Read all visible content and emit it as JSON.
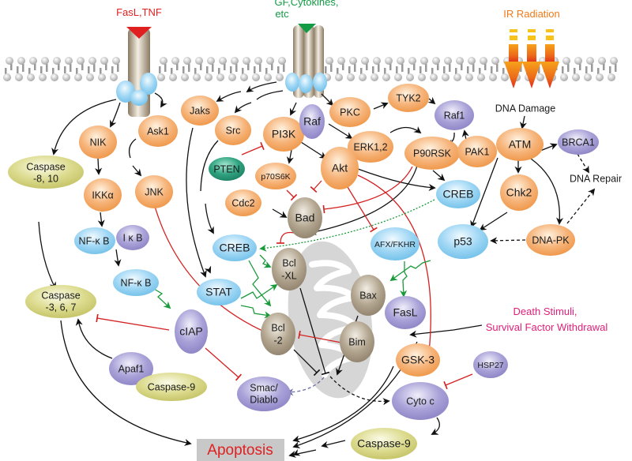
{
  "title": "Apoptosis signaling pathway",
  "colors": {
    "orange_node": "#f4a460",
    "purple_node": "#9a92cf",
    "blue_node": "#8ecdf0",
    "tan_node": "#a89a84",
    "olive_node": "#d2d17e",
    "teal_node": "#2a9a7a",
    "activation_arrow": "#111111",
    "inhibition": "#d42020",
    "green_signal": "#1a9a3a",
    "fas_stimulus": "#e02020",
    "gf_stimulus": "#1a9a3a",
    "ir_stimulus": "#f07a1a",
    "death_stimulus": "#e0207a",
    "apoptosis_text": "#e02020",
    "apoptosis_box": "#c8c8c8"
  },
  "stimuli": {
    "fas": "FasL,TNF",
    "gf_line1": "GF,Cytokines,",
    "gf_line2": "etc",
    "ir": "IR Radiation",
    "death_line1": "Death Stimuli,",
    "death_line2": "Survival Factor Withdrawal"
  },
  "labels": {
    "dna_damage": "DNA  Damage",
    "dna_repair": "DNA  Repair",
    "apoptosis": "Apoptosis"
  },
  "nodes": {
    "nik": "NIK",
    "ask1": "Ask1",
    "jaks": "Jaks",
    "src": "Src",
    "pi3k": "PI3K",
    "raf": "Raf",
    "pkc": "PKC",
    "tyk2": "TYK2",
    "raf1": "Raf1",
    "erk12": "ERK1,2",
    "p90rsk": "P90RSK",
    "pak1": "PAK1",
    "atm": "ATM",
    "brca1": "BRCA1",
    "caspase810_l1": "Caspase",
    "caspase810_l2": "-8, 10",
    "ikka": "IKKα",
    "jnk": "JNK",
    "pten": "PTEN",
    "p70s6k": "p70S6K",
    "akt": "Akt",
    "cdc2": "Cdc2",
    "bad": "Bad",
    "creb_right": "CREB",
    "chk2": "Chk2",
    "nfkb_top": "NF-κ B",
    "ikb": "I κ B",
    "nfkb_bottom": "NF-κ B",
    "creb_left": "CREB",
    "bclxl_l1": "Bcl",
    "bclxl_l2": "-XL",
    "afx": "AFX/FKHR",
    "p53": "p53",
    "dnapk": "DNA-PK",
    "stat": "STAT",
    "caspase367_l1": "Caspase",
    "caspase367_l2": "-3, 6, 7",
    "ciap": "cIAP",
    "bcl2_l1": "Bcl",
    "bcl2_l2": "-2",
    "bax": "Bax",
    "fasl": "FasL",
    "bim": "Bim",
    "gsk3": "GSK-3",
    "hsp27": "HSP27",
    "apaf1": "Apaf1",
    "caspase9_left": "Caspase-9",
    "smac_l1": "Smac/",
    "smac_l2": "Diablo",
    "cytoc": "Cyto c",
    "caspase9_right": "Caspase-9"
  }
}
